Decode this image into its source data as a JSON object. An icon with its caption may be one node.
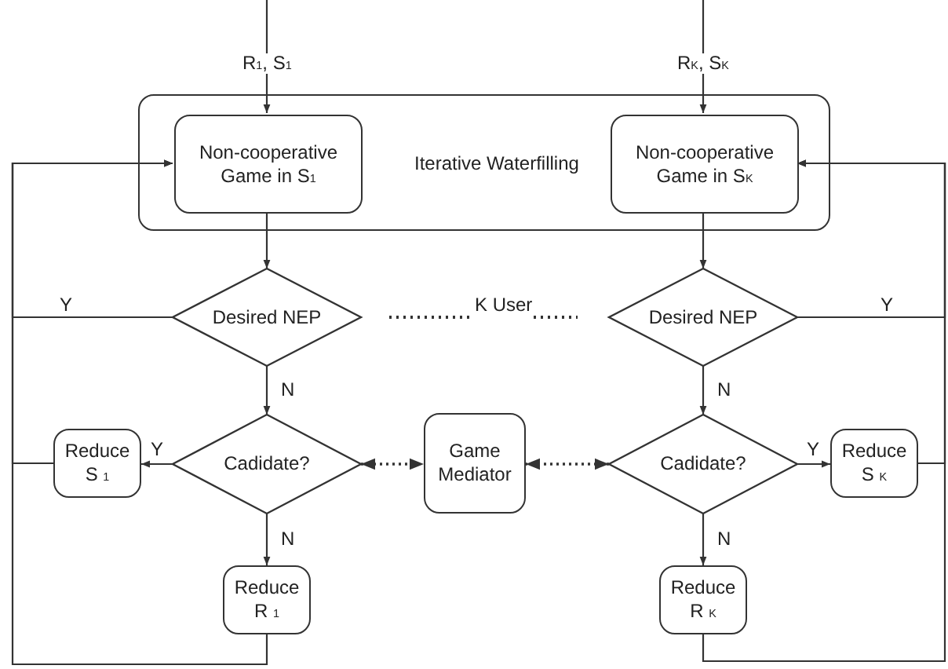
{
  "diagram": {
    "nodes": [
      {
        "text": [
          "Iterative Waterfilling"
        ]
      },
      {
        "text": [
          "Non-cooperative Game in S$_{1}$"
        ],
        "in": 0
      },
      {
        "text": [
          "Non-cooperative Game in S$_{K}$"
        ],
        "in": 0
      },
      {
        "text": [
          "Desired NEP"
        ]
      },
      {
        "text": [
          "Desired NEP"
        ]
      },
      {
        "text": [
          "Cadidate?"
        ]
      },
      {
        "text": [
          "Game Mediator"
        ]
      },
      {
        "text": [
          "Cadidate?"
        ]
      },
      {
        "text": [
          "Reduce S $_{1}$"
        ]
      },
      {
        "text": [
          "Reduce S $_{K}$"
        ]
      },
      {
        "text": [
          "Reduce R $_{1}$"
        ]
      },
      {
        "text": [
          "Reduce R $_{K}$"
        ]
      }
    ],
    "edges": [
      {
        "from": null,
        "to": 1,
        "arrow": "to",
        "label": "R$_{1}$, S$_{1}$"
      },
      {
        "from": null,
        "to": 2,
        "arrow": "to",
        "label": "R$_{K}$, S$_{K}$"
      },
      {
        "from": 1,
        "to": 3,
        "arrow": "to"
      },
      {
        "from": 2,
        "to": 4,
        "arrow": "to"
      },
      {
        "from": 3,
        "to": 1,
        "arrow": "to",
        "label": "Y"
      },
      {
        "from": 3,
        "to": 5,
        "arrow": "to",
        "label": "N"
      },
      {
        "from": 5,
        "to": 8,
        "arrow": "to",
        "label": "Y"
      },
      {
        "from": 5,
        "to": 10,
        "arrow": "to",
        "label": "N"
      },
      {
        "from": 8,
        "to": 1,
        "arrow": "to"
      },
      {
        "from": 10,
        "to": 1,
        "arrow": "to"
      },
      {
        "from": 5,
        "to": 6,
        "arrow": "both",
        "style": "dashed"
      },
      {
        "from": 7,
        "to": 6,
        "arrow": "both",
        "style": "dashed"
      },
      {
        "from": 4,
        "to": 2,
        "arrow": "to",
        "label": "Y"
      },
      {
        "from": 4,
        "to": 7,
        "arrow": "to",
        "label": "N"
      },
      {
        "from": 7,
        "to": 9,
        "arrow": "to",
        "label": "Y"
      },
      {
        "from": 7,
        "to": 11,
        "arrow": "to",
        "label": "N"
      },
      {
        "from": 9,
        "to": 2,
        "arrow": "to"
      },
      {
        "from": 11,
        "to": 2,
        "arrow": "to"
      }
    ],
    "labels": [
      "K User"
    ]
  }
}
